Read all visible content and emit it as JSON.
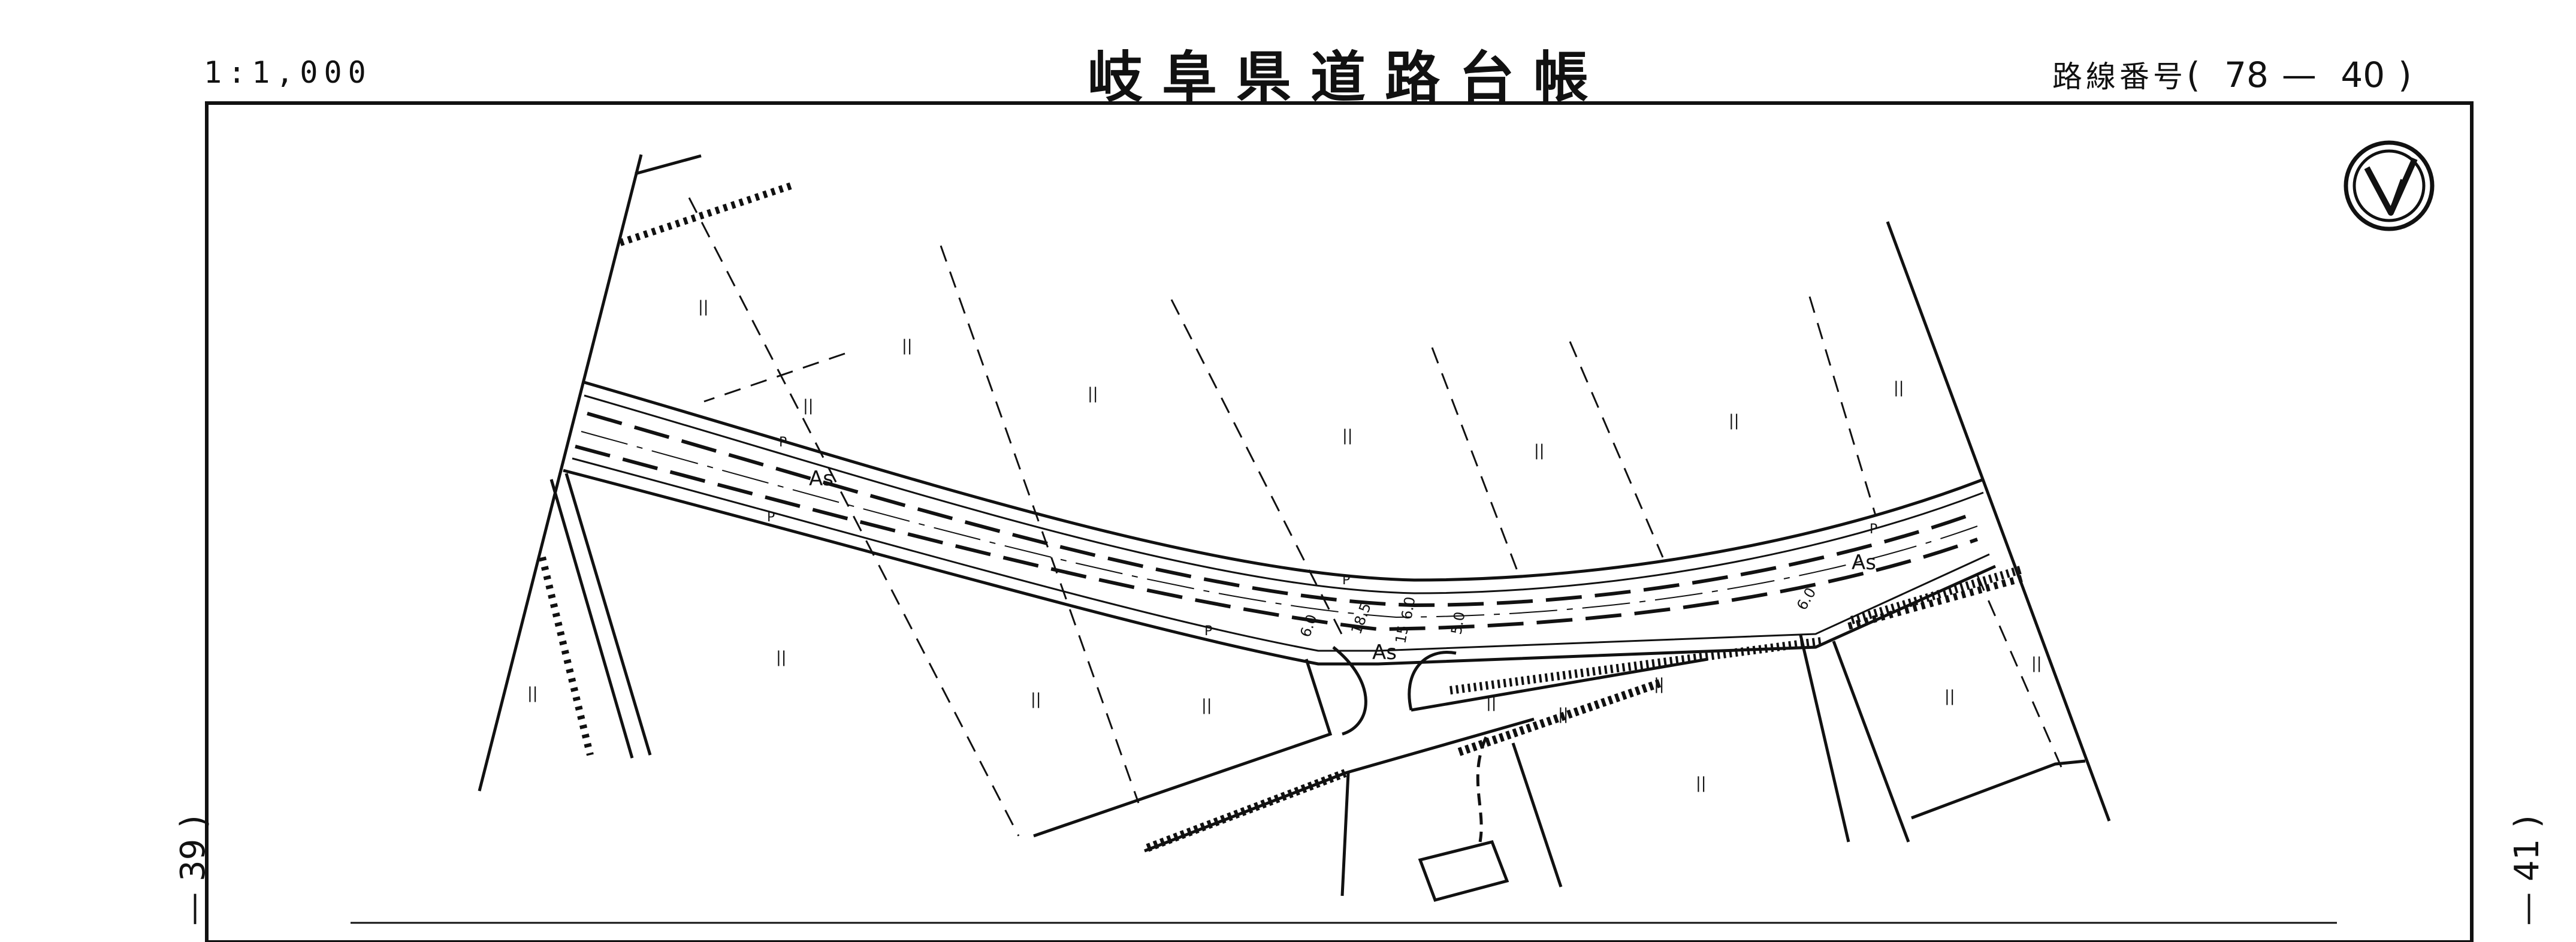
{
  "header": {
    "scale": "1:1,000",
    "title": "岐阜県道路台帳",
    "route_label": "路線番号",
    "route_number": "78",
    "route_section": "40"
  },
  "adjacent_sheets": {
    "left": "39",
    "right": "41"
  },
  "map": {
    "surface_labels": [
      "As",
      "As",
      "As"
    ],
    "pavement_markers": [
      "P",
      "P",
      "P",
      "P",
      "P"
    ],
    "dimension_labels": [
      "6.0",
      "18.5",
      "15",
      "6.0",
      "5.0",
      "6.0"
    ],
    "parcel_marks": [
      "||",
      "||",
      "||",
      "||",
      "||",
      "||",
      "||",
      "||",
      "||",
      "||",
      "||",
      "||",
      "||",
      "||",
      "||",
      "||",
      "||",
      "||"
    ]
  },
  "north_arrow": {
    "icon": "north-arrow-icon"
  },
  "colors": {
    "ink": "#111111",
    "paper": "#ffffff"
  }
}
